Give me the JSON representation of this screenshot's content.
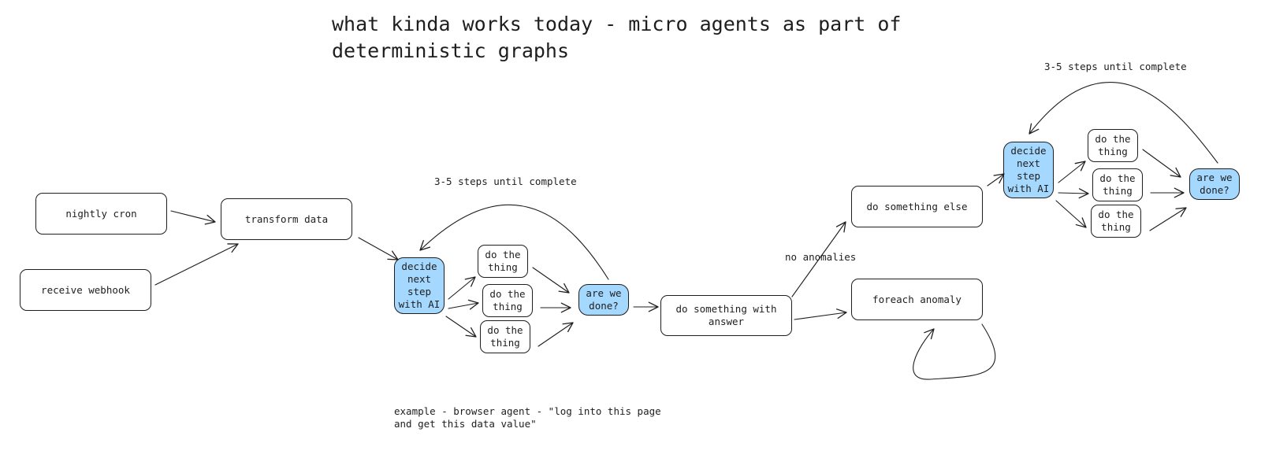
{
  "title": "what kinda works today - micro agents as part of deterministic graphs",
  "colors": {
    "ai_fill": "#a5d8ff",
    "stroke": "#1e1e1e",
    "background": "#ffffff"
  },
  "nodes": {
    "nightly_cron": "nightly cron",
    "receive_webhook": "receive webhook",
    "transform_data": "transform data",
    "decide_1": "decide\nnext\nstep\nwith AI",
    "do_thing_1a": "do the\nthing",
    "do_thing_1b": "do the\nthing",
    "do_thing_1c": "do the\nthing",
    "done_1": "are we\ndone?",
    "do_something_with_answer": "do something with\nanswer",
    "do_something_else": "do something else",
    "foreach_anomaly": "foreach anomaly",
    "decide_2": "decide\nnext\nstep\nwith AI",
    "do_thing_2a": "do the\nthing",
    "do_thing_2b": "do the\nthing",
    "do_thing_2c": "do the\nthing",
    "done_2": "are we\ndone?"
  },
  "labels": {
    "loop_1": "3-5 steps until complete",
    "loop_2": "3-5 steps until complete",
    "no_anomalies": "no anomalies"
  },
  "note": "example - browser agent - \"log into this page\nand get this data value\""
}
